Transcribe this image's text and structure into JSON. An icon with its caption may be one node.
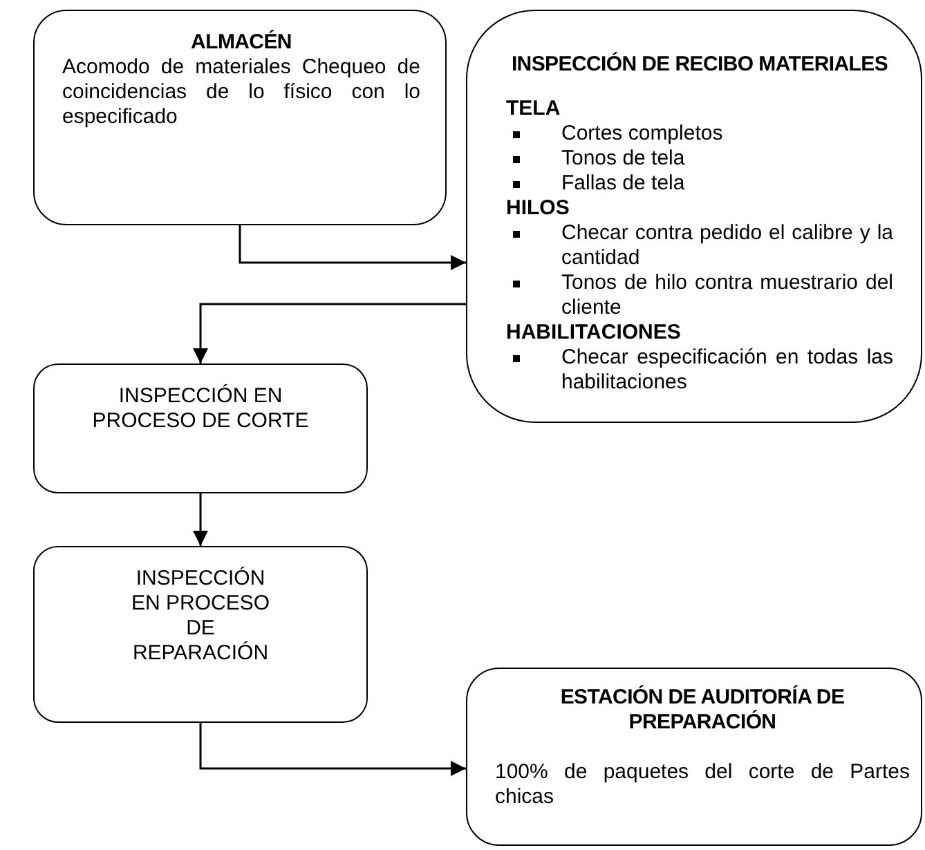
{
  "diagram": {
    "nodes": [
      {
        "text": [
          "ALMACÉN",
          "Acomodo de materiales Chequeo de coincidencias de lo físico con lo especificado"
        ]
      },
      {
        "text": [
          "INSPECCIÓN DE RECIBO MATERIALES",
          "TELA",
          "Cortes completos",
          "Tonos de tela",
          "Fallas de tela",
          "HILOS",
          "Checar contra pedido el calibre y la cantidad",
          "Tonos de hilo contra muestrario del cliente",
          "HABILITACIONES",
          "Checar especificación en todas las habilitaciones"
        ]
      },
      {
        "text": [
          "INSPECCIÓN EN PROCESO DE CORTE"
        ]
      },
      {
        "text": [
          "INSPECCIÓN EN PROCESO DE REPARACIÓN"
        ]
      },
      {
        "text": [
          "ESTACIÓN DE AUDITORÍA DE PREPARACIÓN",
          "100% de paquetes del corte de Partes chicas"
        ]
      }
    ],
    "edges": [
      {
        "from": 0,
        "to": 1,
        "arrow": "to"
      },
      {
        "from": 1,
        "to": 2,
        "arrow": "to"
      },
      {
        "from": 2,
        "to": 3,
        "arrow": "to"
      },
      {
        "from": 3,
        "to": 4,
        "arrow": "to"
      }
    ]
  }
}
